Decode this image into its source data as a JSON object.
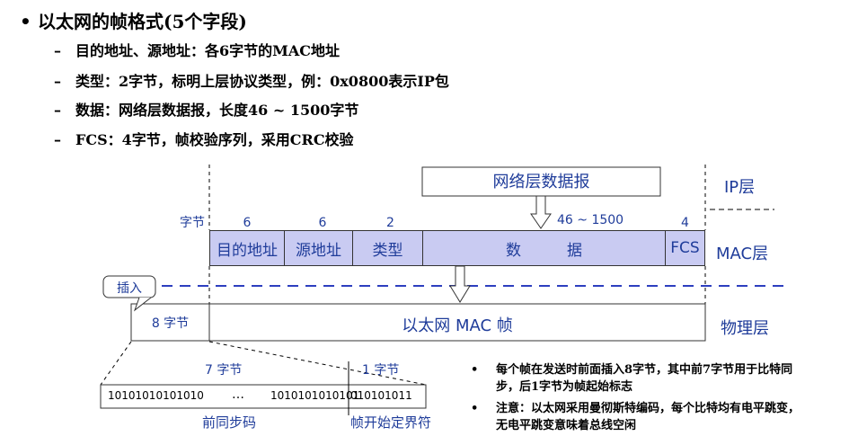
{
  "title": "以太网的帧格式(5个字段)",
  "title_bullet": "•",
  "bullets": [
    {
      "dash": "–",
      "text": "目的地址、源地址：各6字节的MAC地址"
    },
    {
      "dash": "–",
      "text": "类型：2字节，标明上层协议类型，例：0x0800表示IP包"
    },
    {
      "dash": "–",
      "text": "数据：网络层数据报，长度46 ~ 1500字节"
    },
    {
      "dash": "–",
      "text": "FCS：4字节，帧校验序列，采用CRC校验"
    }
  ],
  "diagram": {
    "ip_datagram": "网络层数据报",
    "layer_ip": "IP层",
    "layer_mac": "MAC层",
    "layer_phy": "物理层",
    "byte_label": "字节",
    "sizes": [
      "6",
      "6",
      "2",
      "46 ~ 1500",
      "4"
    ],
    "fields": [
      "目的地址",
      "源地址",
      "类型",
      "数　　　据",
      "FCS"
    ],
    "insert_label": "插入",
    "preamble_bytes": "8 字节",
    "mac_frame": "以太网 MAC 帧",
    "seven_bytes": "7 字节",
    "one_byte": "1 字节",
    "bits_left": "10101010101010",
    "bits_ellipsis": "…",
    "bits_mid": "1010101010101",
    "bits_right": "010101011",
    "preamble": "前同步码",
    "sfd": "帧开始定界符"
  },
  "notes": [
    {
      "dot": "•",
      "text": "每个帧在发送时前面插入8字节，其中前7字节用于比特同步，后1字节为帧起始标志"
    },
    {
      "dot": "•",
      "text": "注意：以太网采用曼彻斯特编码，每个比特均有电平跳变，无电平跳变意味着总线空闲"
    }
  ],
  "colors": {
    "field_fill": "#c9cbf2",
    "label_blue": "#1f3c9a",
    "dash_line": "#2d3fbf"
  }
}
